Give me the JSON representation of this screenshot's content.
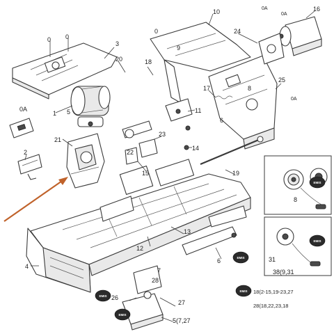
{
  "callouts": {
    "c1": "1",
    "c2": "2",
    "c3": "3",
    "c4": "4",
    "c5": "5",
    "c6": "6",
    "c7": "7",
    "c8": "8",
    "c9": "9",
    "c10": "10",
    "c11": "11",
    "c12": "12",
    "c13": "13",
    "c14": "14",
    "c15": "15",
    "c16": "16",
    "c17": "17",
    "c18": "18",
    "c19": "19",
    "c20": "20",
    "c21": "21",
    "c22": "22",
    "c23": "23",
    "c24": "24",
    "c25": "25",
    "c26": "26",
    "c27": "27",
    "c28": "28",
    "c3_fig": "3",
    "c4_fig": "4",
    "c31": "31",
    "c527": "5(7,27",
    "c0a_1": "0A",
    "c0a_2": "0A",
    "c0a_3": "0A",
    "c0a_4": "0A",
    "c0_1": "0",
    "c0_2": "0",
    "c0_3": "0"
  },
  "detail": {
    "label_a": "8",
    "label_b": "31",
    "footer": "38(9,31"
  },
  "notes": {
    "line1": "18(2-15,19-23,27",
    "line2": "28(18,22,23,18"
  },
  "badges": {
    "b1": "EMIS",
    "b2": "EMIS",
    "b3": "EMIS",
    "b4": "EMIS",
    "b5": "EMIS",
    "b6": "EMIS"
  },
  "colors": {
    "arrow": "#c0622a",
    "line": "#3a3a3a"
  }
}
